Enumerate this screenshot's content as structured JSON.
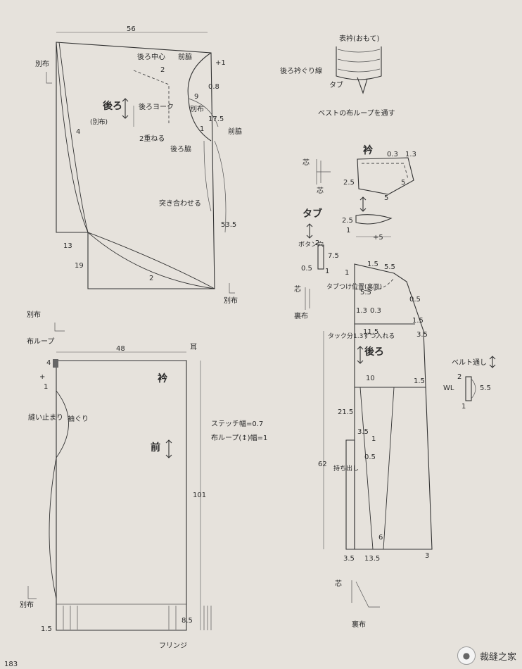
{
  "page_number": "183",
  "watermark": {
    "text": "裁缝之家",
    "icon": "chat-bubble-icon"
  },
  "back_piece": {
    "width_top": "56",
    "center_back": "後ろ中心",
    "front_side": "前脇",
    "plus1": "+1",
    "v2a": "2",
    "v08": "0.8",
    "v9": "9",
    "yoke": "後ろヨーク",
    "title": "後ろ",
    "separate_note": "(別布)",
    "separate": "別布",
    "v175": "17.5",
    "v1": "1",
    "overlap": "2重ねる",
    "front_side2": "前脇",
    "back_side": "後ろ脇",
    "v4": "4",
    "butt": "突き合わせる",
    "v535": "53.5",
    "v13": "13",
    "v19": "19",
    "v2b": "2",
    "separate_bottom": "別布"
  },
  "collar_detail": {
    "outer_collar": "表衿(おもて)",
    "back_neckline": "後ろ衿ぐり線",
    "tab": "タブ",
    "note": "ベストの布ループを通す"
  },
  "collar_piece": {
    "interfacing": "芯",
    "title": "衿",
    "v03": "0.3",
    "v13": "1.3",
    "v25": "2.5",
    "v5a": "5",
    "v5b": "5",
    "interfacing2": "芯"
  },
  "tab_piece": {
    "title": "タブ",
    "v25": "2.5",
    "v1": "1",
    "plus5": "+5",
    "button_hole": "ボタン穴",
    "v2": "2",
    "v75": "7.5",
    "v05": "0.5",
    "v1b": "1"
  },
  "front_piece": {
    "separate": "別布",
    "loop": "布ループ",
    "v4": "4",
    "plus1": "+",
    "v1": "1",
    "width_top": "48",
    "selvage": "耳",
    "collar": "衿",
    "title": "前",
    "armhole": "袖ぐり",
    "stop": "縫い止まり",
    "stitch": "ステッチ幅=0.7",
    "loop_width": "布ループ(↕)幅=1",
    "length": "101",
    "v15": "1.5",
    "v85": "8.5",
    "fringe": "フリンジ",
    "separate_bottom": "別布"
  },
  "lining_piece": {
    "v1": "1",
    "v15a": "1.5",
    "v55a": "5.5",
    "interfacing": "芯",
    "lining": "裏布",
    "v55b": "5.5",
    "v05a": "0.5",
    "v13": "1.3",
    "v03": "0.3",
    "v15b": "1.5",
    "v115": "11.5",
    "v35a": "3.5",
    "tab_pos": "タブつけ位置(裏面)",
    "tuck": "タック分1.3ずつ入れる",
    "title": "後ろ",
    "v10": "10",
    "v15c": "1.5",
    "v215": "21.5",
    "v35b": "3.5",
    "v1b": "1",
    "v05b": "0.5",
    "v62": "62",
    "extension": "持ち出し",
    "v6": "6",
    "v35c": "3.5",
    "v135": "13.5",
    "v3": "3",
    "interfacing2": "芯",
    "lining2": "裏布"
  },
  "belt_loop": {
    "title": "ベルト通し",
    "v2": "2",
    "wl": "WL",
    "v55": "5.5",
    "v1": "1"
  }
}
